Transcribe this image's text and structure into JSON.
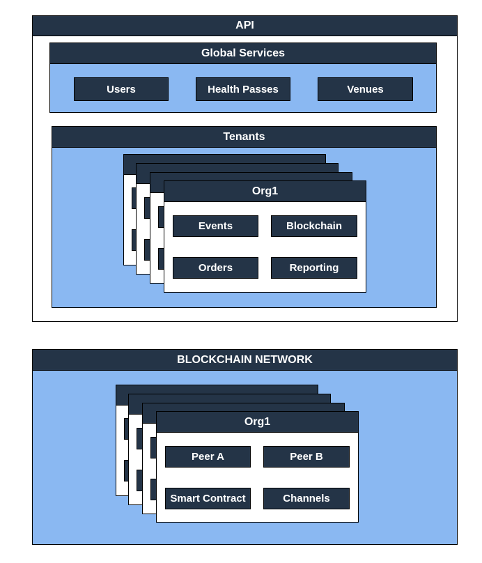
{
  "api": {
    "title": "API",
    "global_services": {
      "title": "Global Services",
      "items": [
        "Users",
        "Health Passes",
        "Venues"
      ]
    },
    "tenants": {
      "title": "Tenants",
      "org": {
        "title": "Org1",
        "items": [
          "Events",
          "Blockchain",
          "Orders",
          "Reporting"
        ]
      }
    }
  },
  "network": {
    "title": "BLOCKCHAIN NETWORK",
    "org": {
      "title": "Org1",
      "items": [
        "Peer A",
        "Peer B",
        "Smart Contract",
        "Channels"
      ]
    }
  },
  "colors": {
    "header": "#243447",
    "fill": "#8ab8f2"
  }
}
